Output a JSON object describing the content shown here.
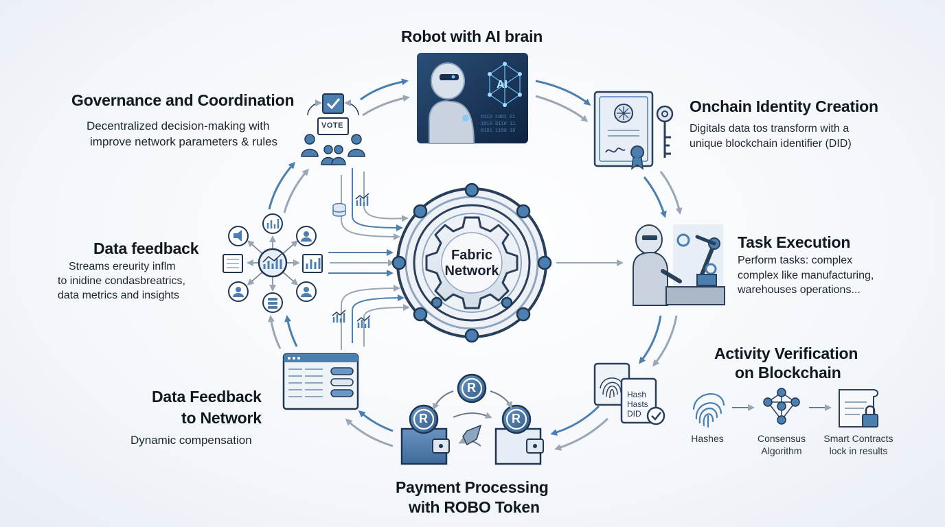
{
  "center": {
    "line1": "Fabric",
    "line2": "Network"
  },
  "robot_ai": {
    "title": "Robot with AI brain",
    "chip_label": "AI"
  },
  "onchain_identity": {
    "title": "Onchain Identity Creation",
    "desc_line1": "Digitals data tos transform with a",
    "desc_line2": "unique blockchain identifier (DID)"
  },
  "task_execution": {
    "title": "Task Execution",
    "desc_line1": "Perform tasks: complex",
    "desc_line2": "complex like manufacturing,",
    "desc_line3": "warehouses operations..."
  },
  "activity_verification": {
    "title_line1": "Activity Verification",
    "title_line2": "on Blockchain",
    "doc_lines": [
      "Hash",
      "Hasts",
      "DID"
    ],
    "steps": [
      {
        "label": "Hashes",
        "icon": "fingerprint-icon"
      },
      {
        "label_line1": "Consensus",
        "label_line2": "Algorithm",
        "icon": "network-nodes-icon"
      },
      {
        "label_line1": "Smart Contracts",
        "label_line2": "lock in results",
        "icon": "contract-lock-icon"
      }
    ]
  },
  "payment": {
    "title_line1": "Payment Processing",
    "title_line2": "with ROBO Token",
    "token_glyph": "R"
  },
  "data_feedback_network": {
    "title_line1": "Data Feedback",
    "title_line2": "to Network",
    "desc": "Dynamic compensation"
  },
  "data_feedback": {
    "title": "Data feedback",
    "desc_line1": "Streams ereurity inflm",
    "desc_line2": "to inidine condasbreatrics,",
    "desc_line3": "data metrics and insights"
  },
  "governance": {
    "title": "Governance and Coordination",
    "desc_line1": "Decentralized decision-making with",
    "desc_line2": "improve network parameters & rules",
    "vote_label": "VOTE"
  },
  "colors": {
    "accent": "#4b7fb0",
    "dark": "#2a3f5a",
    "arrow_gray": "#9aa6b4",
    "panel": "#dfe8f2"
  }
}
